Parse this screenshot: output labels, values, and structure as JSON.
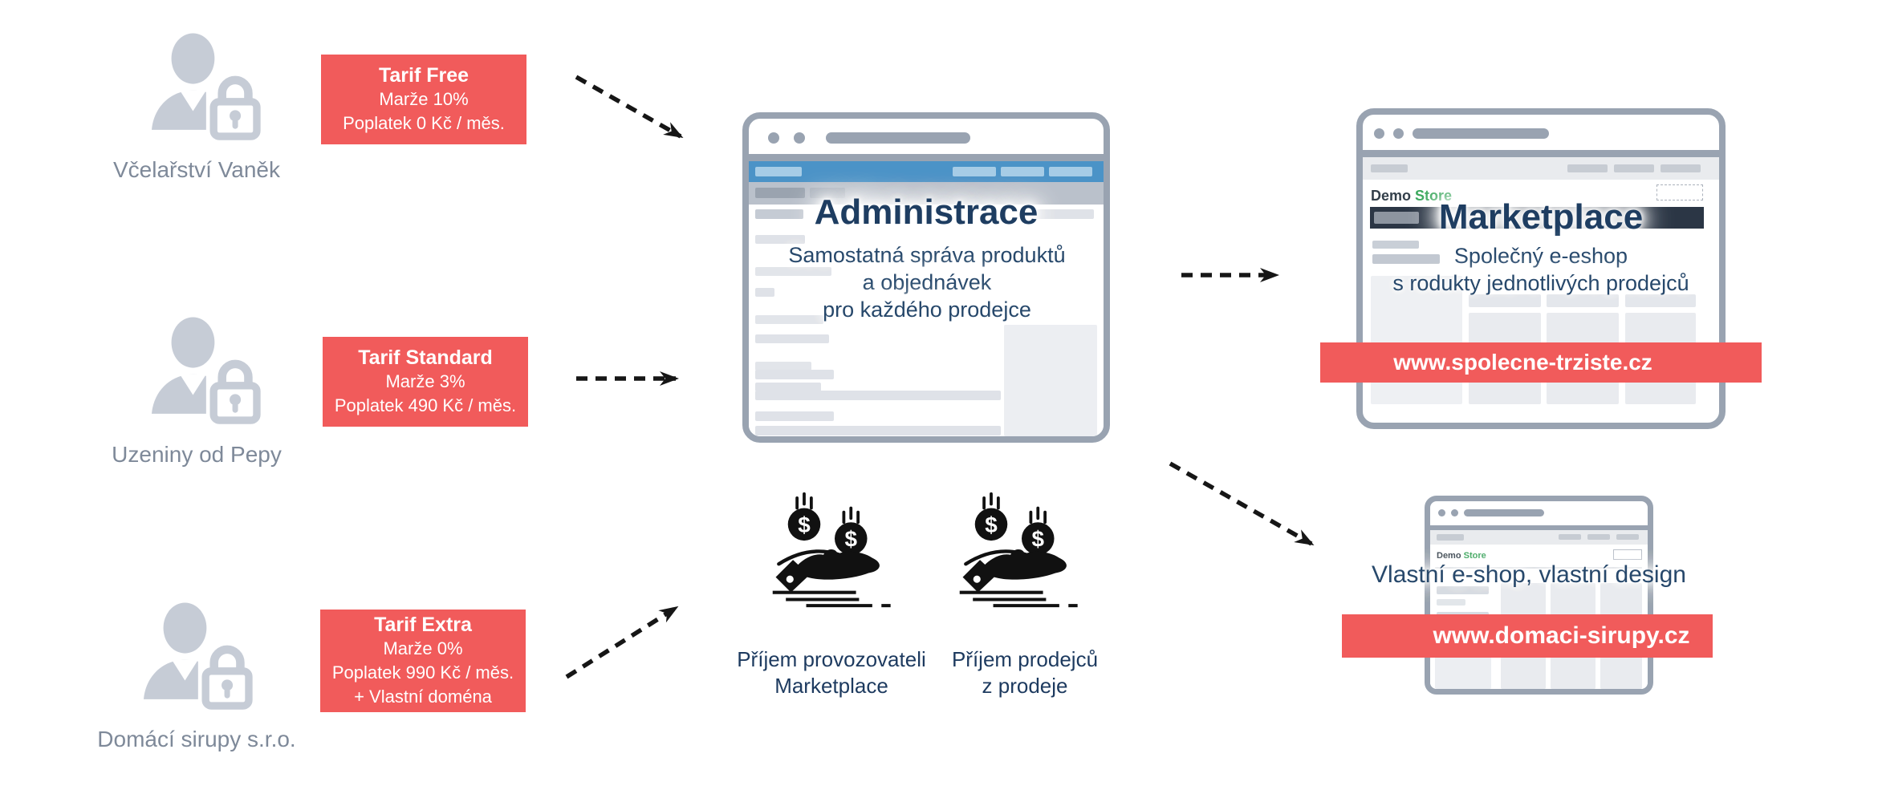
{
  "sellers": [
    {
      "name": "Včelařství Vaněk"
    },
    {
      "name": "Uzeniny od Pepy"
    },
    {
      "name": "Domácí sirupy s.r.o."
    }
  ],
  "tariffs": [
    {
      "title": "Tarif Free",
      "margin": "Marže 10%",
      "fee": "Poplatek 0 Kč / měs.",
      "extra": ""
    },
    {
      "title": "Tarif Standard",
      "margin": "Marže 3%",
      "fee": "Poplatek 490 Kč / měs.",
      "extra": ""
    },
    {
      "title": "Tarif Extra",
      "margin": "Marže 0%",
      "fee": "Poplatek 990 Kč / měs.",
      "extra": "+ Vlastní doména"
    }
  ],
  "admin_window": {
    "title": "Administrace",
    "subtitle_lines": [
      "Samostatná správa produktů",
      "a objednávek",
      "pro každého prodejce"
    ]
  },
  "marketplace_window": {
    "logo_demo": "Demo",
    "logo_store": "Store",
    "title": "Marketplace",
    "subtitle_lines": [
      "Společný e-eshop",
      "s rodukty jednotlivých prodejců"
    ],
    "url": "www.spolecne-trziste.cz"
  },
  "own_shop_window": {
    "logo_demo": "Demo",
    "logo_store": "Store",
    "caption": "Vlastní e-shop, vlastní design",
    "url": "www.domaci-sirupy.cz"
  },
  "income_labels": [
    {
      "line1": "Příjem provozovateli",
      "line2": "Marketplace"
    },
    {
      "line1": "Příjem prodejců",
      "line2": "z prodeje"
    }
  ],
  "icons": {
    "currency_symbol": "$"
  },
  "colors": {
    "accent_red": "#f15b5b",
    "navy_text": "#1e3d61",
    "window_gray": "#99a3b1",
    "blue_navbar": "#4b93c7",
    "logo_green": "#36a759",
    "persona_gray": "#c6ccd6"
  }
}
